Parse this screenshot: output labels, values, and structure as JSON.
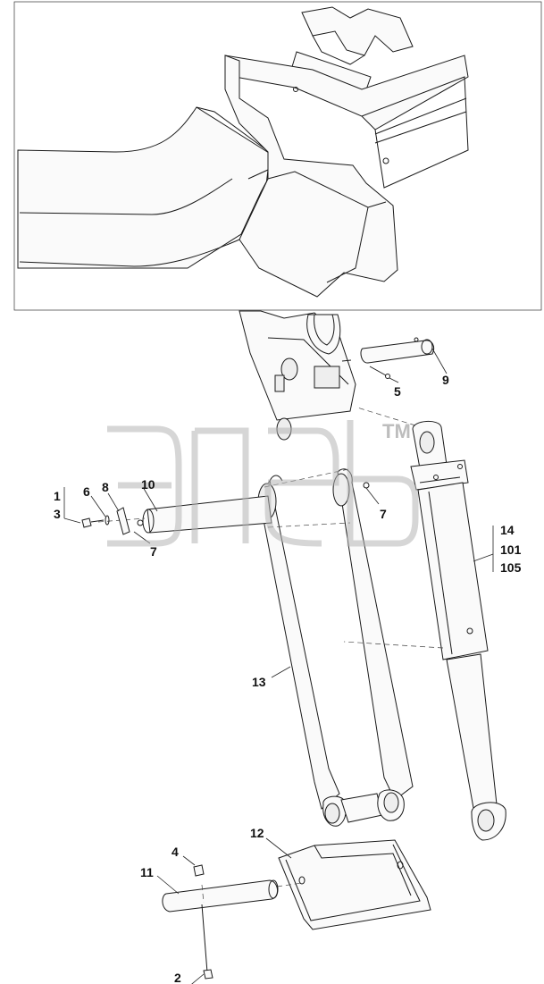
{
  "diagram": {
    "watermark": {
      "symbol": "TM"
    },
    "labels": {
      "l1": "1",
      "l3": "3",
      "l6": "6",
      "l8": "8",
      "l10": "10",
      "l7a": "7",
      "l7b": "7",
      "l5": "5",
      "l9": "9",
      "l13": "13",
      "l14": "14",
      "l101": "101",
      "l105": "105",
      "l12": "12",
      "l4": "4",
      "l11": "11",
      "l2": "2"
    }
  }
}
